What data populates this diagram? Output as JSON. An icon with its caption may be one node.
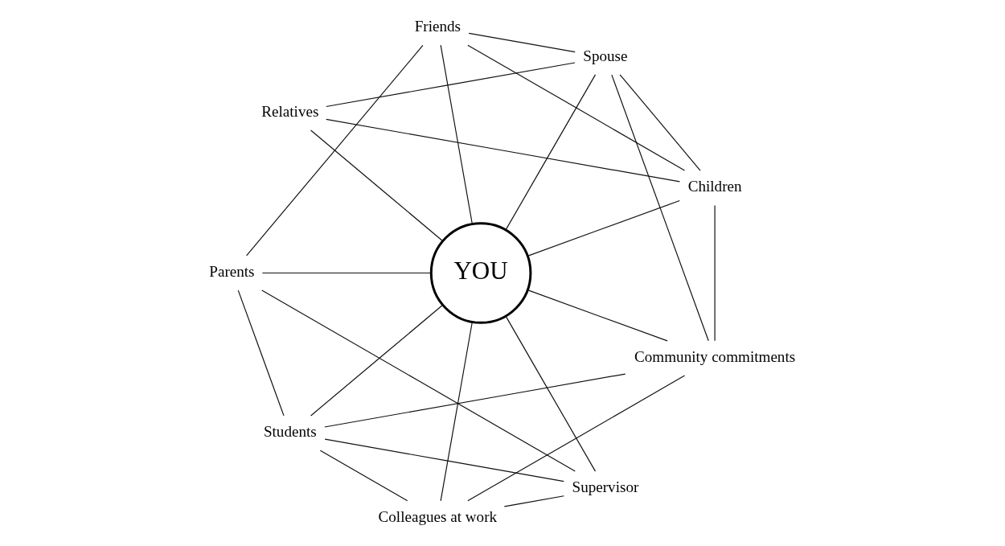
{
  "diagram": {
    "nodes": [
      {
        "text": [
          "YOU"
        ]
      },
      {
        "text": [
          "Children"
        ]
      },
      {
        "text": [
          "Spouse"
        ]
      },
      {
        "text": [
          "Friends"
        ]
      },
      {
        "text": [
          "Relatives"
        ]
      },
      {
        "text": [
          "Parents"
        ]
      },
      {
        "text": [
          "Students"
        ]
      },
      {
        "text": [
          "Colleagues at work"
        ]
      },
      {
        "text": [
          "Supervisor"
        ]
      },
      {
        "text": [
          "Community commitments"
        ]
      }
    ],
    "edges": [
      {
        "from": 0,
        "to": 1,
        "arrow": "none"
      },
      {
        "from": 0,
        "to": 2,
        "arrow": "none"
      },
      {
        "from": 0,
        "to": 3,
        "arrow": "none"
      },
      {
        "from": 0,
        "to": 4,
        "arrow": "none"
      },
      {
        "from": 0,
        "to": 5,
        "arrow": "none"
      },
      {
        "from": 0,
        "to": 6,
        "arrow": "none"
      },
      {
        "from": 0,
        "to": 7,
        "arrow": "none"
      },
      {
        "from": 0,
        "to": 8,
        "arrow": "none"
      },
      {
        "from": 0,
        "to": 9,
        "arrow": "none"
      },
      {
        "from": 1,
        "to": 9,
        "arrow": "none"
      },
      {
        "from": 1,
        "to": 2,
        "arrow": "none"
      },
      {
        "from": 1,
        "to": 3,
        "arrow": "none"
      },
      {
        "from": 1,
        "to": 4,
        "arrow": "none"
      },
      {
        "from": 9,
        "to": 2,
        "arrow": "none"
      },
      {
        "from": 9,
        "to": 6,
        "arrow": "none"
      },
      {
        "from": 9,
        "to": 7,
        "arrow": "none"
      },
      {
        "from": 2,
        "to": 3,
        "arrow": "none"
      },
      {
        "from": 2,
        "to": 4,
        "arrow": "none"
      },
      {
        "from": 3,
        "to": 5,
        "arrow": "none"
      },
      {
        "from": 8,
        "to": 5,
        "arrow": "none"
      },
      {
        "from": 8,
        "to": 6,
        "arrow": "none"
      },
      {
        "from": 8,
        "to": 7,
        "arrow": "none"
      },
      {
        "from": 7,
        "to": 6,
        "arrow": "none"
      },
      {
        "from": 6,
        "to": 5,
        "arrow": "none"
      }
    ]
  }
}
